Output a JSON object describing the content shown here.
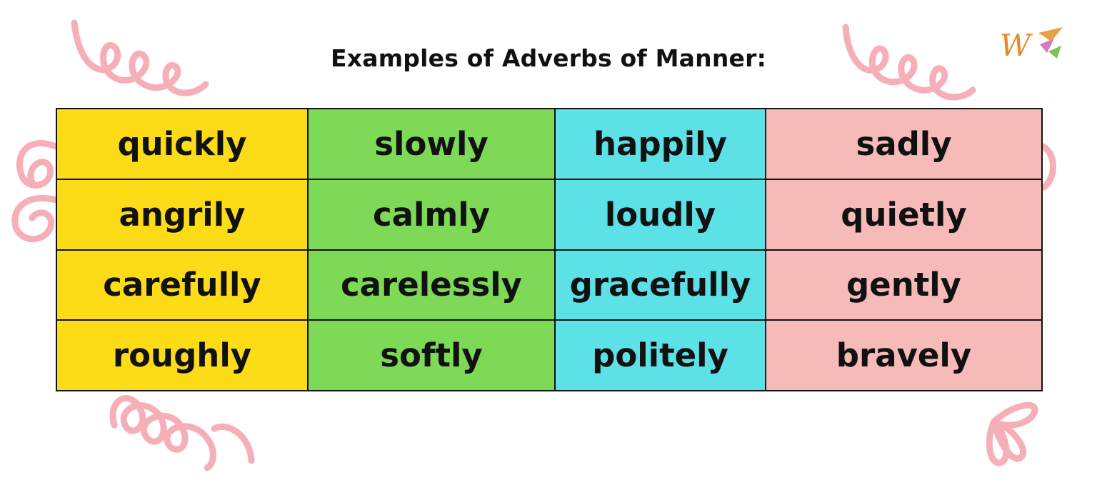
{
  "title": "Examples of Adverbs of Manner:",
  "logo": {
    "icon": "w-logo-icon"
  },
  "columns": [
    {
      "color": "#FCDC16"
    },
    {
      "color": "#7ED957"
    },
    {
      "color": "#5CE1E6"
    },
    {
      "color": "#F6BBB8"
    }
  ],
  "rows": [
    [
      "quickly",
      "slowly",
      "happily",
      "sadly"
    ],
    [
      "angrily",
      "calmly",
      "loudly",
      "quietly"
    ],
    [
      "carefully",
      "carelessly",
      "gracefully",
      "gently"
    ],
    [
      "roughly",
      "softly",
      "politely",
      "bravely"
    ]
  ],
  "decoration_color": "#F6AFB8"
}
